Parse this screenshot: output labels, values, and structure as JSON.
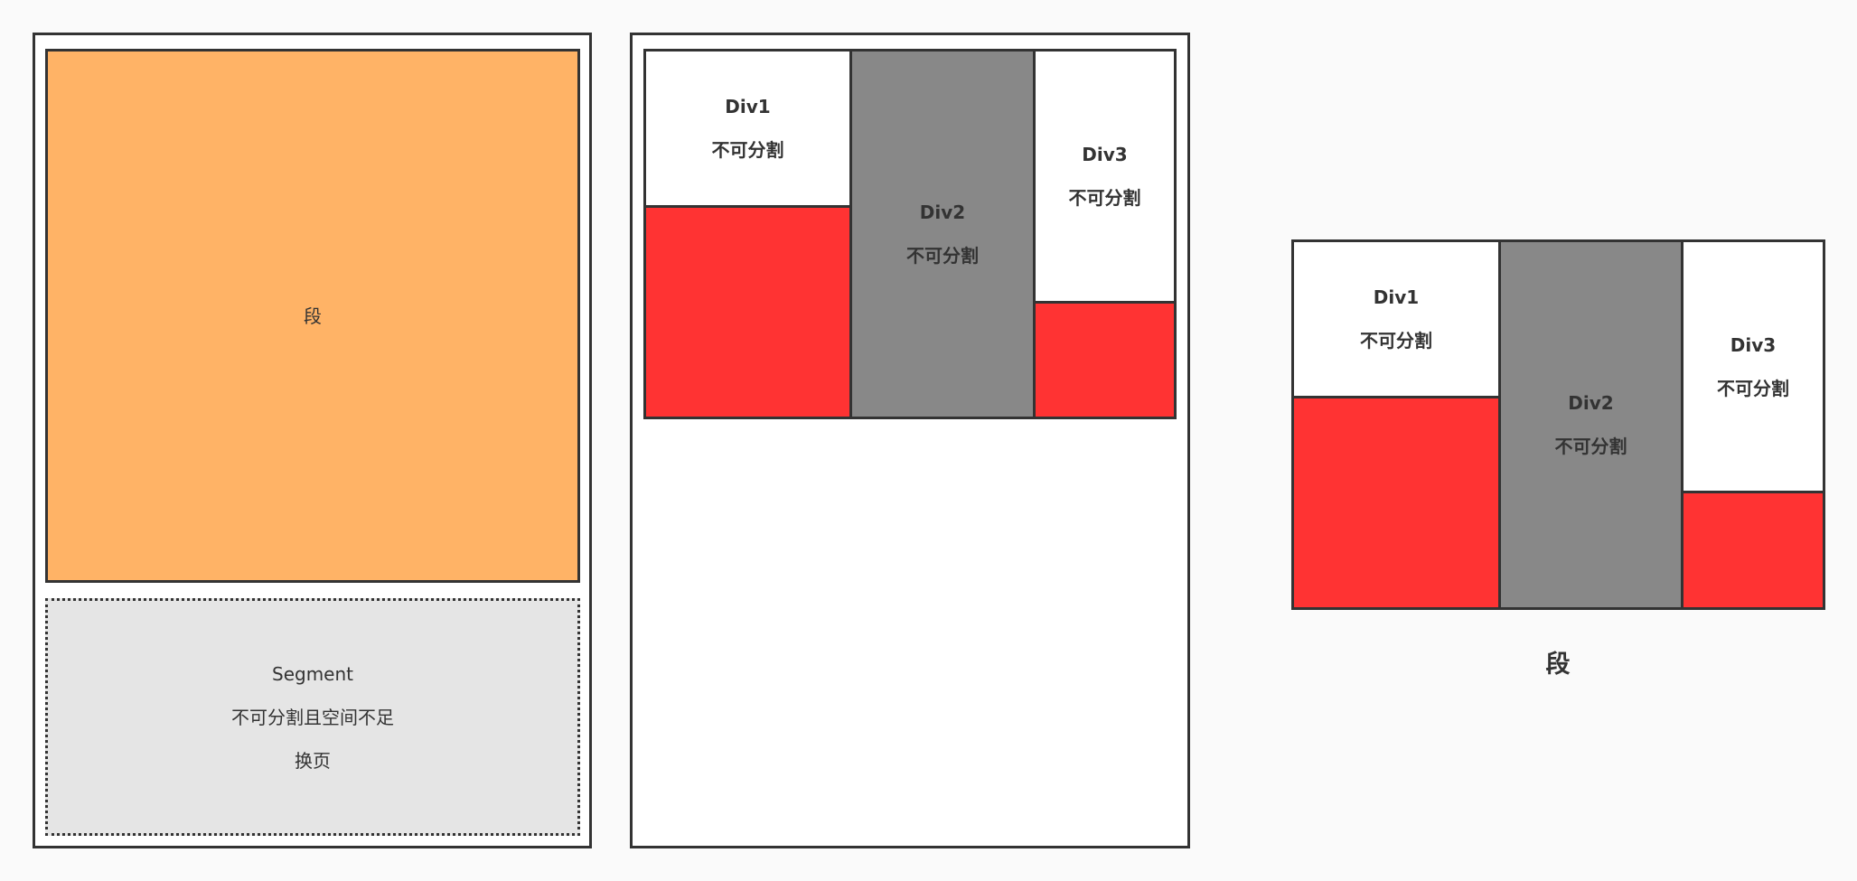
{
  "left": {
    "block_label": "段",
    "segment": {
      "line1": "Segment",
      "line2": "不可分割且空间不足",
      "line3": "换页"
    }
  },
  "middle": {
    "div1": {
      "name": "Div1",
      "desc": "不可分割"
    },
    "div2": {
      "name": "Div2",
      "desc": "不可分割"
    },
    "div3": {
      "name": "Div3",
      "desc": "不可分割"
    }
  },
  "right": {
    "div1": {
      "name": "Div1",
      "desc": "不可分割"
    },
    "div2": {
      "name": "Div2",
      "desc": "不可分割"
    },
    "div3": {
      "name": "Div3",
      "desc": "不可分割"
    },
    "caption": "段"
  },
  "colors": {
    "orange": "#ffb366",
    "red": "#ff3333",
    "gray": "#888888",
    "segment_bg": "#e5e5e5",
    "border": "#333333"
  }
}
